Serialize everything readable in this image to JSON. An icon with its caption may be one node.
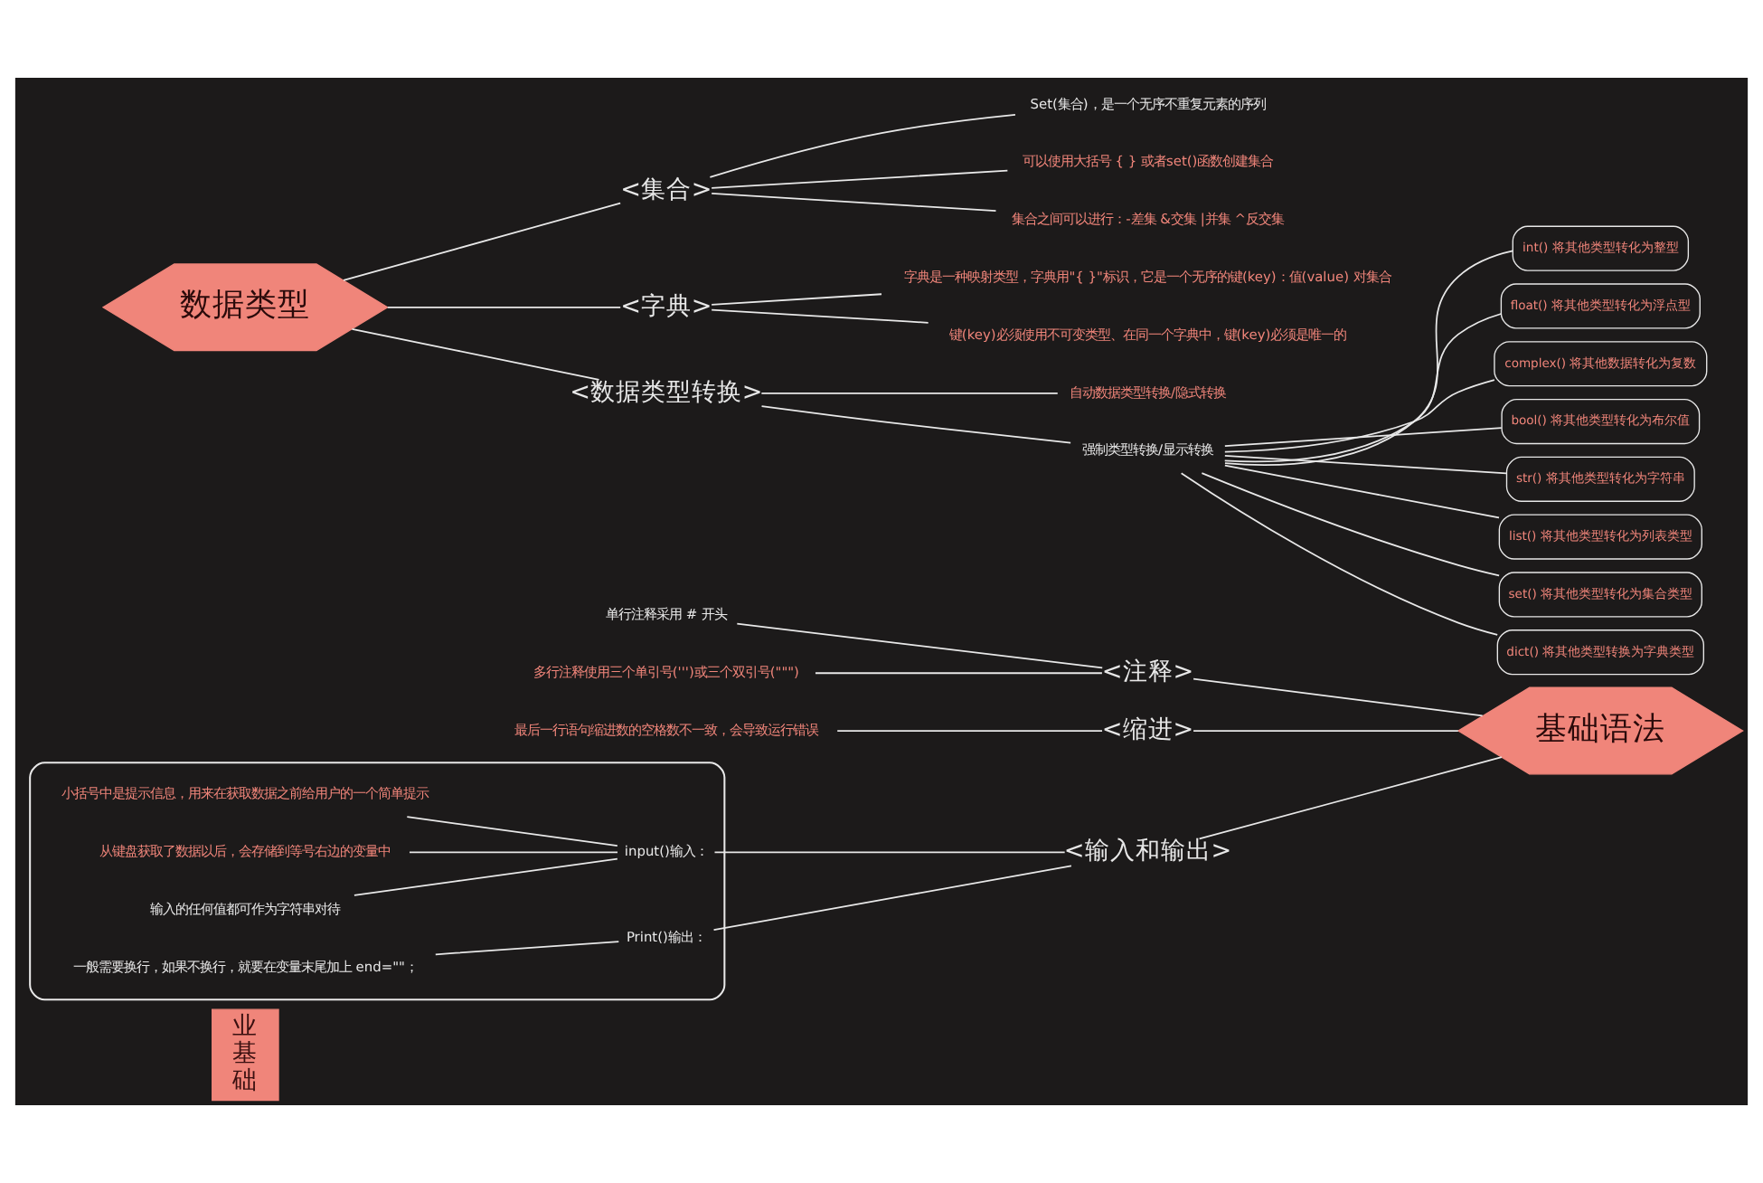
{
  "diagram": {
    "nodes": [
      {
        "text": [
          "业基础"
        ]
      },
      {
        "text": [
          "基础语法"
        ]
      },
      {
        "text": [
          "<注释>"
        ]
      },
      {
        "text": [
          "单行注释采用 # 开头"
        ]
      },
      {
        "text": [
          "多行注释使用三个单引号(''')或三个双引号(\"\"\")"
        ]
      },
      {
        "text": [
          "<缩进>"
        ]
      },
      {
        "text": [
          "最后一行语句缩进数的空格数不一致，会导致运行错误"
        ]
      },
      {
        "text": [
          "<输入和输出>"
        ]
      },
      {
        "text": [],
        "shape": "box"
      },
      {
        "text": [
          "input()输入："
        ],
        "in": 8
      },
      {
        "text": [
          "小括号中是提示信息，用来在获取数据之前给用户的一个简单提示"
        ],
        "in": 8
      },
      {
        "text": [
          "从键盘获取了数据以后，会存储到等号右边的变量中"
        ],
        "in": 8
      },
      {
        "text": [
          "输入的任何值都可作为字符串对待"
        ],
        "in": 8
      },
      {
        "text": [
          "Print()输出："
        ],
        "in": 8
      },
      {
        "text": [
          "一般需要换行，如果不换行，就要在变量末尾加上 end=\"\"；"
        ],
        "in": 8
      },
      {
        "text": [
          "数据类型"
        ]
      },
      {
        "text": [
          "<集合>"
        ]
      },
      {
        "text": [
          "Set(集合)，是一个无序不重复元素的序列"
        ]
      },
      {
        "text": [
          "可以使用大括号 { } 或者set()函数创建集合"
        ]
      },
      {
        "text": [
          "集合之间可以进行：-差集 &交集 |并集 ^反交集"
        ]
      },
      {
        "text": [
          "<字典>"
        ]
      },
      {
        "text": [
          "字典是一种映射类型，字典用\"{ }\"标识，它是一个无序的键(key)：值(value) 对集合"
        ]
      },
      {
        "text": [
          "键(key)必须使用不可变类型、在同一个字典中，键(key)必须是唯一的"
        ]
      },
      {
        "text": [
          "<数据类型转换>"
        ]
      },
      {
        "text": [
          "自动数据类型转换/隐式转换"
        ]
      },
      {
        "text": [
          "强制类型转换/显示转换"
        ]
      },
      {
        "text": [
          "int() 将其他类型转化为整型"
        ]
      },
      {
        "text": [
          "float() 将其他类型转化为浮点型"
        ]
      },
      {
        "text": [
          "complex() 将其他数据转化为复数"
        ]
      },
      {
        "text": [
          "bool() 将其他类型转化为布尔值"
        ]
      },
      {
        "text": [
          "str() 将其他类型转化为字符串"
        ]
      },
      {
        "text": [
          "list() 将其他类型转化为列表类型"
        ]
      },
      {
        "text": [
          "set() 将其他类型转化为集合类型"
        ]
      },
      {
        "text": [
          "dict() 将其他类型转换为字典类型"
        ]
      }
    ],
    "edges": [
      {
        "from": 2,
        "to": 1,
        "arrow": "none"
      },
      {
        "from": 5,
        "to": 1,
        "arrow": "none"
      },
      {
        "from": 7,
        "to": 1,
        "arrow": "none"
      },
      {
        "from": 3,
        "to": 2,
        "arrow": "none"
      },
      {
        "from": 4,
        "to": 2,
        "arrow": "none"
      },
      {
        "from": 6,
        "to": 5,
        "arrow": "none"
      },
      {
        "from": 9,
        "to": 7,
        "arrow": "none"
      },
      {
        "from": 13,
        "to": 7,
        "arrow": "none"
      },
      {
        "from": 10,
        "to": 9,
        "arrow": "none"
      },
      {
        "from": 11,
        "to": 9,
        "arrow": "none"
      },
      {
        "from": 12,
        "to": 9,
        "arrow": "none"
      },
      {
        "from": 14,
        "to": 13,
        "arrow": "none"
      },
      {
        "from": 15,
        "to": 16,
        "arrow": "none"
      },
      {
        "from": 15,
        "to": 20,
        "arrow": "none"
      },
      {
        "from": 15,
        "to": 23,
        "arrow": "none"
      },
      {
        "from": 16,
        "to": 17,
        "arrow": "none"
      },
      {
        "from": 16,
        "to": 18,
        "arrow": "none"
      },
      {
        "from": 16,
        "to": 19,
        "arrow": "none"
      },
      {
        "from": 20,
        "to": 21,
        "arrow": "none"
      },
      {
        "from": 20,
        "to": 22,
        "arrow": "none"
      },
      {
        "from": 23,
        "to": 24,
        "arrow": "none"
      },
      {
        "from": 23,
        "to": 25,
        "arrow": "none"
      },
      {
        "from": 25,
        "to": 26,
        "arrow": "none"
      },
      {
        "from": 25,
        "to": 27,
        "arrow": "none"
      },
      {
        "from": 25,
        "to": 28,
        "arrow": "none"
      },
      {
        "from": 25,
        "to": 29,
        "arrow": "none"
      },
      {
        "from": 25,
        "to": 30,
        "arrow": "none"
      },
      {
        "from": 25,
        "to": 31,
        "arrow": "none"
      },
      {
        "from": 25,
        "to": 32,
        "arrow": "none"
      },
      {
        "from": 25,
        "to": 33,
        "arrow": "none"
      }
    ]
  }
}
